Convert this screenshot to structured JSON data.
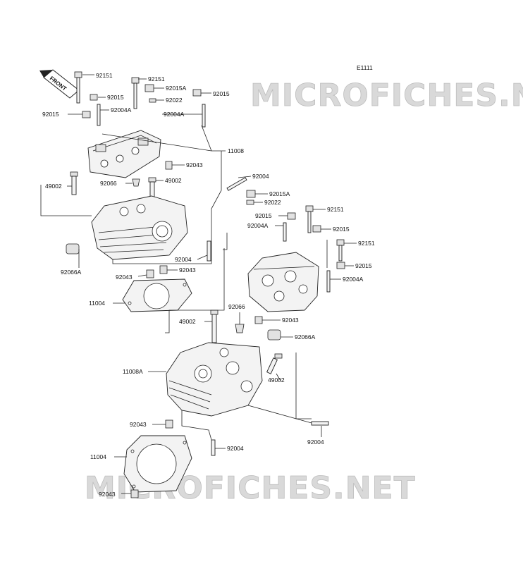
{
  "diagram_code": "E1111",
  "watermark": "MICROFICHES.NET",
  "front_label": "FRONT",
  "labels": {
    "l1": "92151",
    "l2": "92151",
    "l3": "92015A",
    "l4": "92015",
    "l5": "92022",
    "l6": "92015",
    "l7": "92015",
    "l8": "92004A",
    "l9": "92004A",
    "l10": "11008",
    "l11": "92043",
    "l12": "49002",
    "l13": "92066",
    "l14": "49002",
    "l15": "92004",
    "l16": "92015A",
    "l17": "92022",
    "l18": "92015",
    "l19": "92151",
    "l20": "92004A",
    "l21": "92015",
    "l22": "92151",
    "l23": "92015",
    "l24": "92004",
    "l25": "92066A",
    "l26": "92043",
    "l27": "92004A",
    "l28": "92043",
    "l29": "11004",
    "l30": "92066",
    "l31": "49002",
    "l32": "92043",
    "l33": "92066A",
    "l34": "11008A",
    "l35": "49002",
    "l36": "92043",
    "l37": "92004",
    "l38": "92004",
    "l39": "11004",
    "l40": "92043"
  }
}
